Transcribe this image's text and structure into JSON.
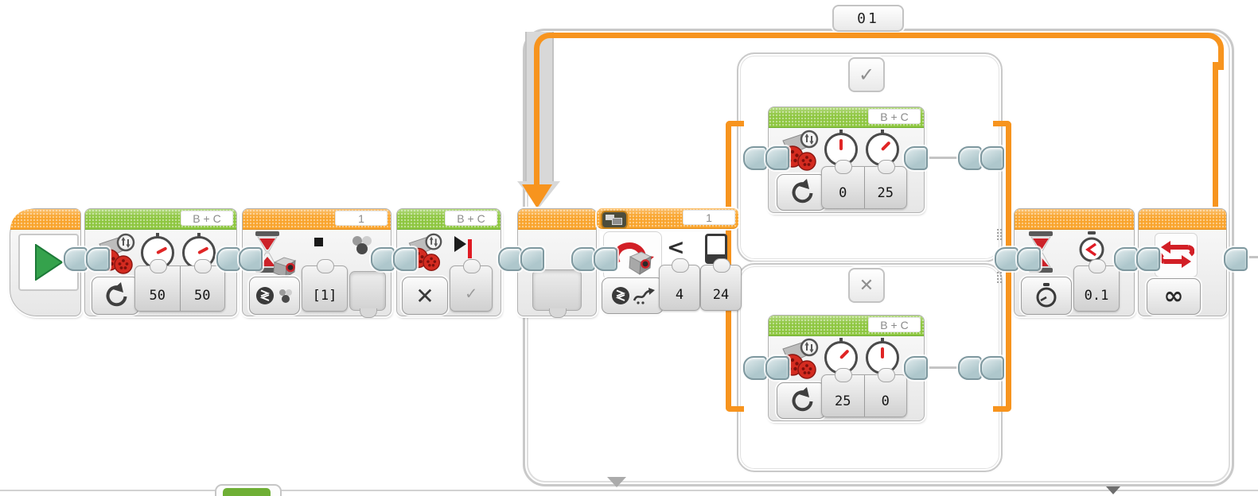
{
  "colors": {
    "action_green": "#8DC63F",
    "flow_orange": "#F9A42C",
    "loop_wire_orange": "#F7941E",
    "connector_gray_blue": "#B9CDD2",
    "motor_red": "#D42B20",
    "needle_red": "#E02525"
  },
  "loop": {
    "label": "01"
  },
  "blocks": {
    "move_tank_1": {
      "ports": "B + C",
      "left_power": "50",
      "right_power": "50"
    },
    "wait_color": {
      "port": "1",
      "colors_value": "[1]"
    },
    "move_stop": {
      "ports": "B + C",
      "brake": "✓"
    },
    "switch": {
      "port": "1",
      "compare": "<",
      "compare_type": "4",
      "threshold": "24",
      "case_true": "✓",
      "case_false": "✕"
    },
    "move_true": {
      "ports": "B + C",
      "left_power": "0",
      "right_power": "25"
    },
    "move_false": {
      "ports": "B + C",
      "left_power": "25",
      "right_power": "0"
    },
    "wait_time": {
      "seconds": "0.1"
    },
    "loop_end": {
      "mode": "∞"
    }
  }
}
